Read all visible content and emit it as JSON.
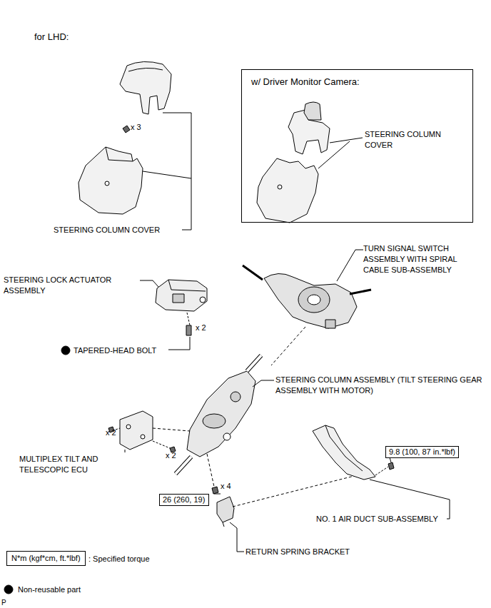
{
  "diagram": {
    "nodes": [
      {
        "text": [
          "w/ Driver Monitor Camera:",
          "STEERING COLUMN COVER"
        ]
      },
      {
        "text": [
          "9.8 (100, 87 in.*lbf)"
        ]
      },
      {
        "text": [
          "26 (260, 19)"
        ]
      },
      {
        "text": [
          "N*m (kgf*cm, ft.*lbf)"
        ]
      }
    ],
    "edges": [],
    "labels": [
      "for LHD:",
      "x 3",
      "STEERING COLUMN COVER",
      "TURN SIGNAL SWITCH ASSEMBLY WITH SPIRAL CABLE SUB-ASSEMBLY",
      "STEERING LOCK ACTUATOR ASSEMBLY",
      "x 2",
      "TAPERED-HEAD BOLT",
      "STEERING COLUMN ASSEMBLY (TILT STEERING GEAR ASSEMBLY WITH MOTOR)",
      "x 2",
      "x 2",
      "MULTIPLEX TILT AND TELESCOPIC ECU",
      "x 4",
      "NO. 1 AIR DUCT SUB-ASSEMBLY",
      "RETURN SPRING BRACKET",
      "P"
    ],
    "legend": [
      {
        "text": ": Specified torque"
      },
      {
        "text": "Non-reusable part"
      }
    ]
  }
}
